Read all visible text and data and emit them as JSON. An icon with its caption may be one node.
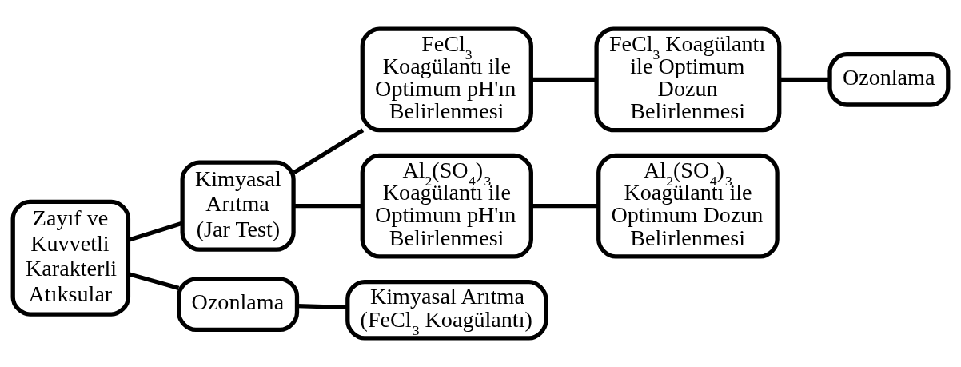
{
  "diagram": {
    "nodes": [
      {
        "text": [
          "Zayıf ve Kuvvetli Karakterli Atıksular"
        ]
      },
      {
        "text": [
          "Kimyasal Arıtma (Jar Test)"
        ]
      },
      {
        "text": [
          "FeCl$_{3}$ Koagülantı ile Optimum pH'ın Belirlenmesi"
        ]
      },
      {
        "text": [
          "FeCl$_{3}$ Koagülantı ile Optimum Dozun Belirlenmesi"
        ]
      },
      {
        "text": [
          "Ozonlama"
        ]
      },
      {
        "text": [
          "Al$_{2}$(SO$_{4}$)$_{3}$ Koagülantı ile Optimum pH'ın Belirlenmesi"
        ]
      },
      {
        "text": [
          "Al$_{2}$(SO$_{4}$)$_{3}$ Koagülantı ile Optimum Dozun Belirlenmesi"
        ]
      },
      {
        "text": [
          "Ozonlama"
        ]
      },
      {
        "text": [
          "Kimyasal Arıtma (FeCl$_{3}$ Koagülantı)"
        ]
      }
    ],
    "edges": [
      {
        "from": 0,
        "to": 1,
        "arrow": "none"
      },
      {
        "from": 0,
        "to": 7,
        "arrow": "none"
      },
      {
        "from": 1,
        "to": 2,
        "arrow": "none"
      },
      {
        "from": 1,
        "to": 5,
        "arrow": "none"
      },
      {
        "from": 2,
        "to": 3,
        "arrow": "none"
      },
      {
        "from": 3,
        "to": 4,
        "arrow": "none"
      },
      {
        "from": 5,
        "to": 6,
        "arrow": "none"
      },
      {
        "from": 7,
        "to": 8,
        "arrow": "none"
      }
    ]
  }
}
